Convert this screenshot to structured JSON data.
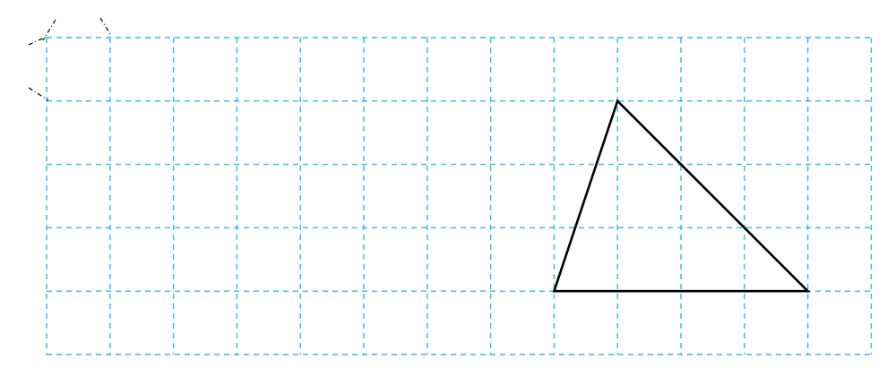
{
  "figure": {
    "type": "grid-with-triangle",
    "grid": {
      "columns": 13,
      "rows": 5,
      "line_color": "#35b8e6",
      "line_style": "dashed"
    },
    "triangle": {
      "vertices_grid": [
        [
          9,
          1
        ],
        [
          8,
          4
        ],
        [
          12,
          4
        ]
      ],
      "stroke_color": "#000000"
    },
    "corner_marks": {
      "color": "#000000",
      "style": "dash-dot"
    }
  }
}
